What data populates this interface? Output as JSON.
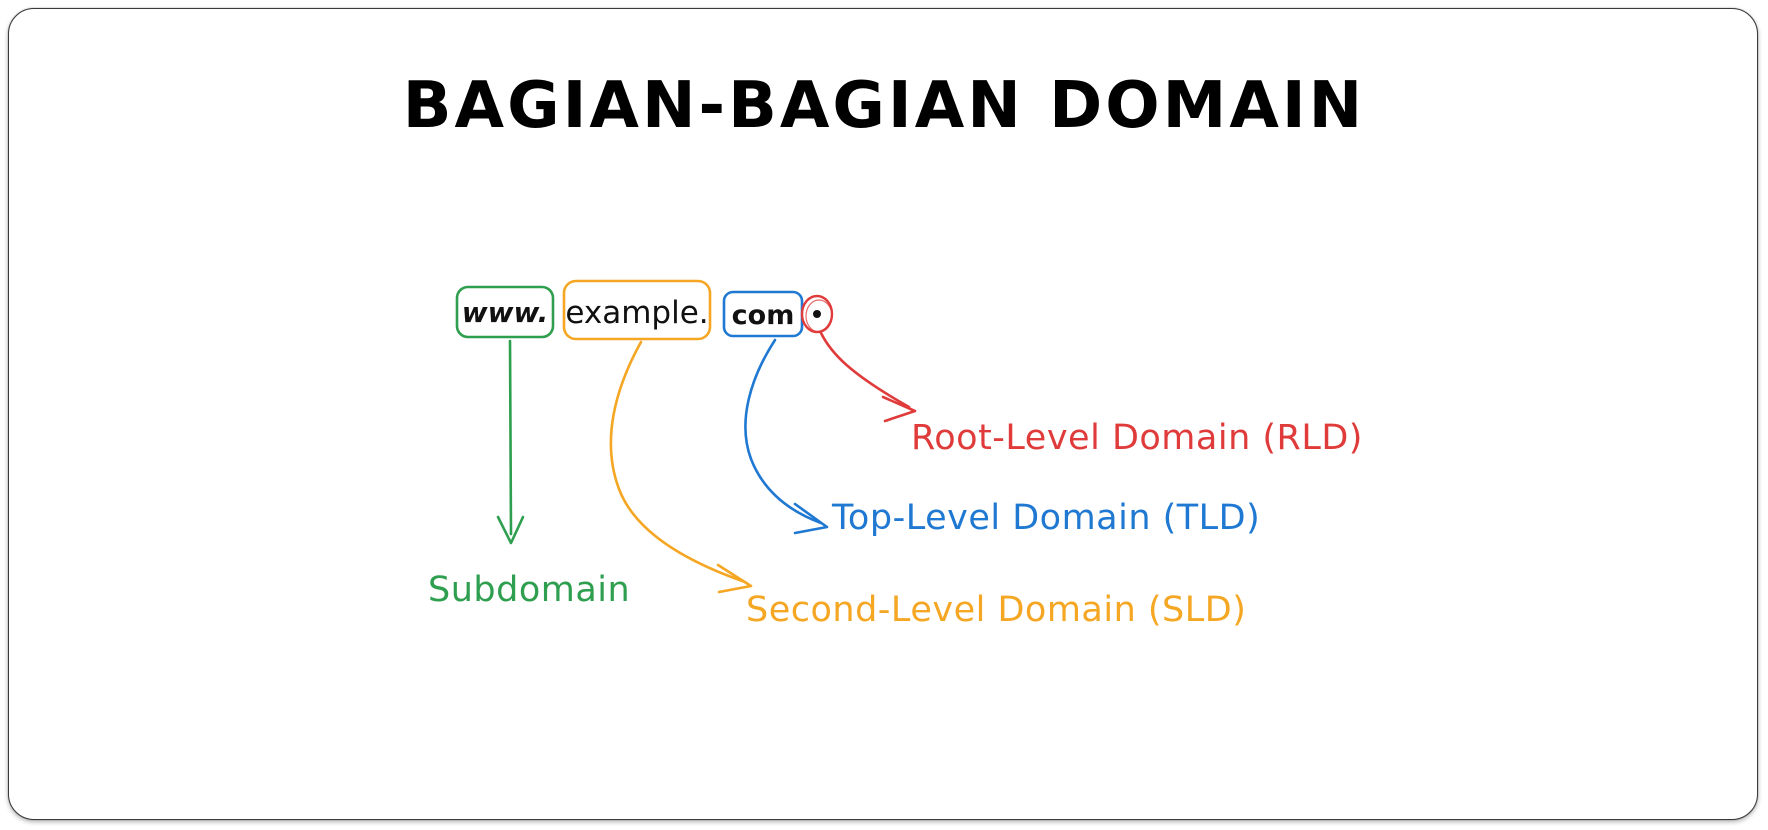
{
  "canvas": {
    "background_color": "#ffffff",
    "border_color": "#3a3a3a",
    "corner_radius": "26px"
  },
  "title": {
    "text": "BAGIAN-BAGIAN DOMAIN",
    "color": "#1f1f1f"
  },
  "colors": {
    "subdomain": "#2e9e4f",
    "sld": "#f5a623",
    "tld": "#1f78d1",
    "rld": "#e03b3b",
    "text_black": "#111111"
  },
  "domain_parts": [
    {
      "id": "subdomain-box",
      "text": "www.",
      "color": "#2e9e4f",
      "role": "Subdomain"
    },
    {
      "id": "sld-box",
      "text": "example.",
      "color": "#f5a623",
      "role": "Second-Level Domain (SLD)"
    },
    {
      "id": "tld-box",
      "text": "com",
      "color": "#1f78d1",
      "role": "Top-Level Domain (TLD)"
    },
    {
      "id": "rld-dot",
      "text": ".",
      "color": "#e03b3b",
      "role": "Root-Level Domain (RLD)"
    }
  ],
  "labels": [
    {
      "id": "label-rld",
      "text": "Root-Level Domain (RLD)",
      "color": "#e03b3b"
    },
    {
      "id": "label-tld",
      "text": "Top-Level Domain (TLD)",
      "color": "#1f78d1"
    },
    {
      "id": "label-sld",
      "text": "Second-Level Domain (SLD)",
      "color": "#f5a623"
    },
    {
      "id": "label-subdomain",
      "text": "Subdomain",
      "color": "#2e9e4f"
    }
  ],
  "connectors": [
    {
      "id": "connector-subdomain",
      "from": "subdomain-box",
      "to": "label-subdomain",
      "color": "#2e9e4f",
      "style": "straight-down"
    },
    {
      "id": "connector-sld",
      "from": "sld-box",
      "to": "label-sld",
      "color": "#f5a623",
      "style": "curve-down-right"
    },
    {
      "id": "connector-tld",
      "from": "tld-box",
      "to": "label-tld",
      "color": "#1f78d1",
      "style": "curve-down-right"
    },
    {
      "id": "connector-rld",
      "from": "rld-dot",
      "to": "label-rld",
      "color": "#e03b3b",
      "style": "curve-down-right"
    }
  ]
}
